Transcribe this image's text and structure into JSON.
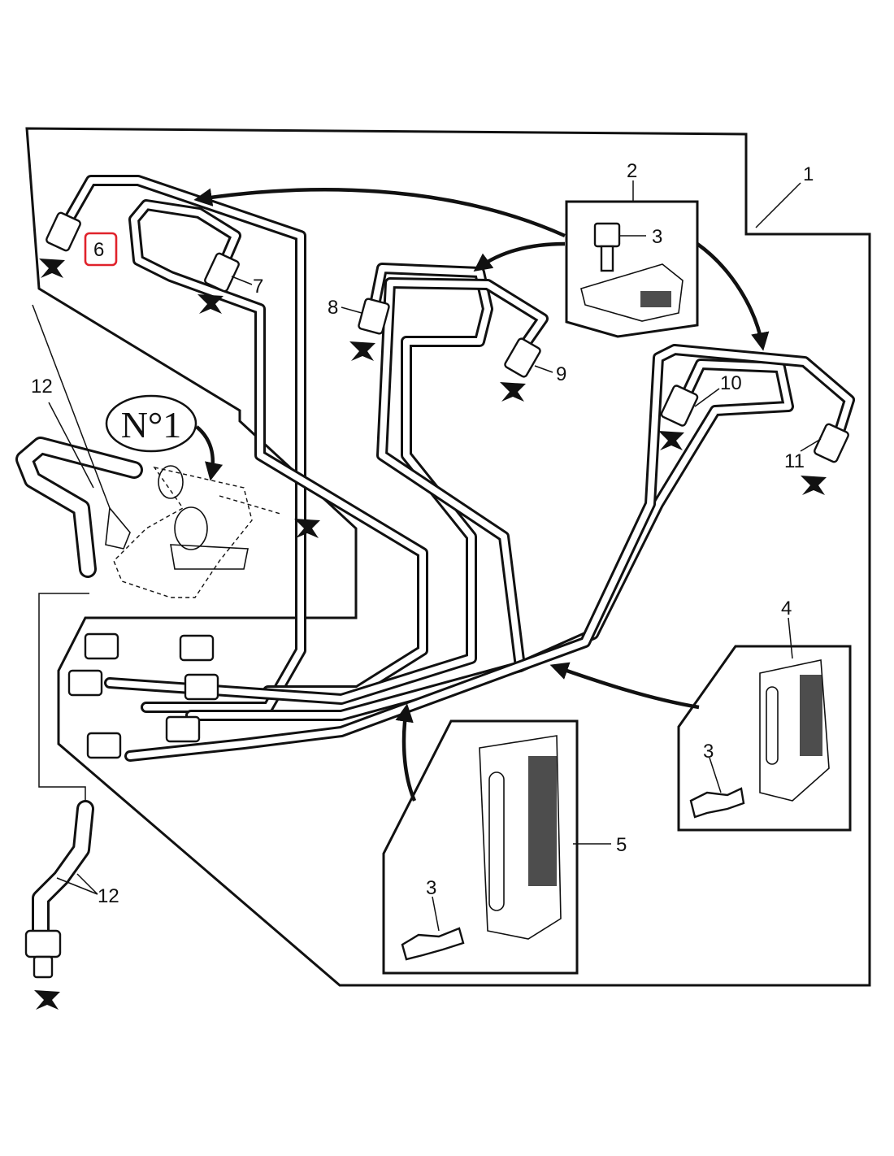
{
  "diagram": {
    "callouts": [
      {
        "id": "c1",
        "label": "1"
      },
      {
        "id": "c2",
        "label": "2"
      },
      {
        "id": "c3a",
        "label": "3"
      },
      {
        "id": "c3b",
        "label": "3"
      },
      {
        "id": "c3c",
        "label": "3"
      },
      {
        "id": "c4",
        "label": "4"
      },
      {
        "id": "c5",
        "label": "5"
      },
      {
        "id": "c6",
        "label": "6",
        "highlighted": true
      },
      {
        "id": "c7",
        "label": "7"
      },
      {
        "id": "c8",
        "label": "8"
      },
      {
        "id": "c9",
        "label": "9"
      },
      {
        "id": "c10",
        "label": "10"
      },
      {
        "id": "c11",
        "label": "11"
      },
      {
        "id": "c12a",
        "label": "12"
      },
      {
        "id": "c12b",
        "label": "12"
      }
    ],
    "cylinder_marker": "N°1",
    "highlight_color": "#e0222b"
  }
}
